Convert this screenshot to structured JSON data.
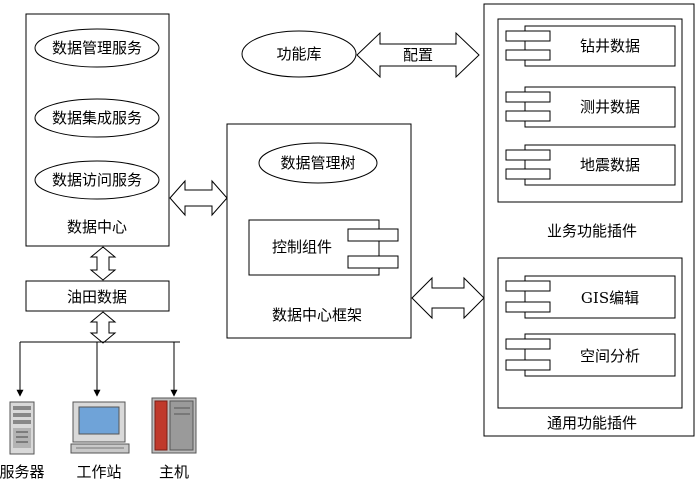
{
  "data_center": {
    "services": [
      "数据管理服务",
      "数据集成服务",
      "数据访问服务"
    ],
    "label": "数据中心"
  },
  "oilfield_data": "油田数据",
  "devices": [
    "服务器",
    "工作站",
    "主机"
  ],
  "function_library": "功能库",
  "config_label": "配置",
  "framework": {
    "tree": "数据管理树",
    "control": "控制组件",
    "label": "数据中心框架"
  },
  "business_plugins": {
    "items": [
      "钻井数据",
      "测井数据",
      "地震数据"
    ],
    "label": "业务功能插件"
  },
  "general_plugins": {
    "items": [
      "GIS编辑",
      "空间分析"
    ],
    "label": "通用功能插件"
  }
}
